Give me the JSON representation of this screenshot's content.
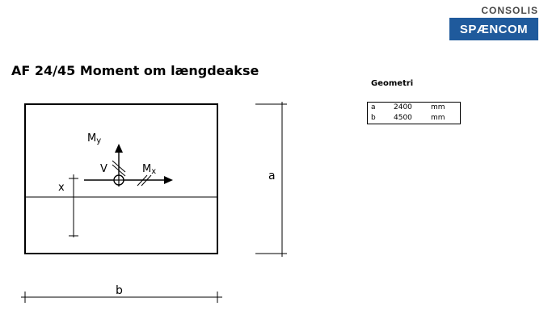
{
  "logo": {
    "top_text": "CONSOLIS",
    "brand_text": "SPÆNCOM",
    "brand_color": "#1f5a9c"
  },
  "page_title": "AF 24/45 Moment om længdeakse",
  "geometry": {
    "title": "Geometri",
    "rows": [
      {
        "name": "a",
        "value": "2400",
        "unit": "mm"
      },
      {
        "name": "b",
        "value": "4500",
        "unit": "mm"
      }
    ]
  },
  "diagram": {
    "label_my": "M",
    "label_my_sub": "y",
    "label_mx": "M",
    "label_mx_sub": "x",
    "label_v": "V",
    "label_x": "x",
    "label_a": "a",
    "label_b": "b"
  }
}
